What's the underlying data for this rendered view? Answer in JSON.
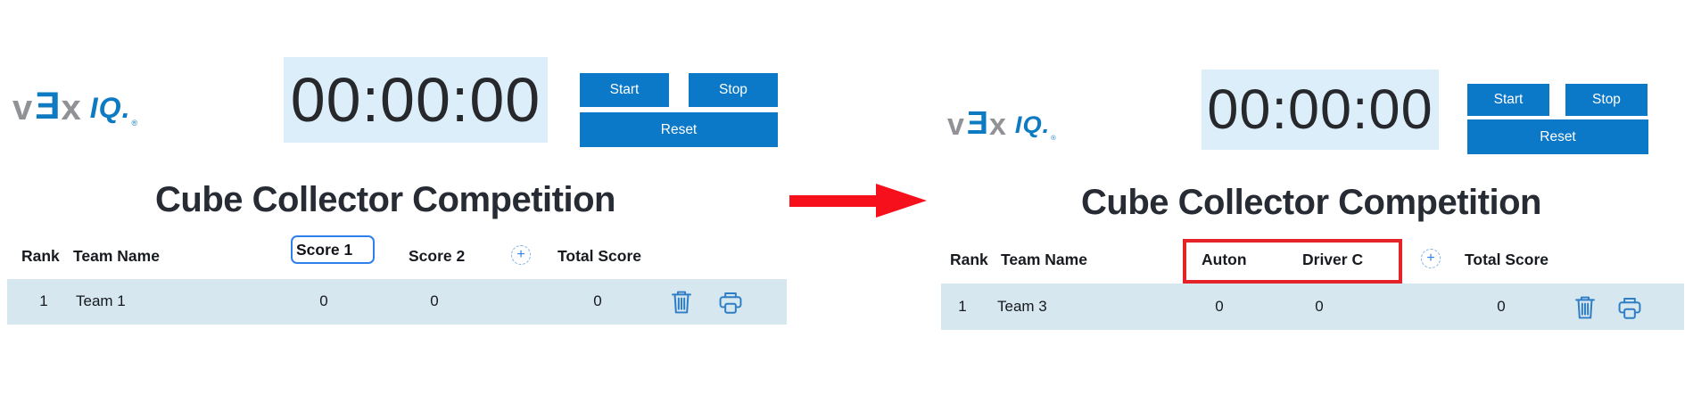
{
  "colors": {
    "button_blue": "#0b78c8",
    "timer_background": "#dceefa",
    "row_background": "#d6e7f0",
    "accent_blue": "#2f80ed",
    "icon_blue": "#2e7ec6",
    "arrow_red": "#f6101b",
    "highlight_red": "#e42328",
    "vex_gray": "#909295",
    "vex_blue": "#0d7ac1"
  },
  "panels": [
    {
      "logo": {
        "v": "v",
        "e": "Ǝ",
        "x": "x",
        "iq": "IQ.",
        "reg": "®"
      },
      "timer": "00:00:00",
      "buttons": {
        "start": "Start",
        "stop": "Stop",
        "reset": "Reset"
      },
      "title": "Cube Collector Competition",
      "table": {
        "rank_header": "Rank",
        "team_header": "Team Name",
        "score1_header": "Score 1",
        "score2_header": "Score 2",
        "add_icon": "+",
        "total_header": "Total Score",
        "row": {
          "rank": "1",
          "team": "Team 1",
          "score1": "0",
          "score2": "0",
          "total": "0"
        }
      }
    },
    {
      "logo": {
        "v": "v",
        "e": "Ǝ",
        "x": "x",
        "iq": "IQ.",
        "reg": "®"
      },
      "timer": "00:00:00",
      "buttons": {
        "start": "Start",
        "stop": "Stop",
        "reset": "Reset"
      },
      "title": "Cube Collector Competition",
      "table": {
        "rank_header": "Rank",
        "team_header": "Team Name",
        "score1_header": "Auton",
        "score2_header": "Driver C",
        "add_icon": "+",
        "total_header": "Total Score",
        "row": {
          "rank": "1",
          "team": "Team 3",
          "score1": "0",
          "score2": "0",
          "total": "0"
        }
      }
    }
  ]
}
